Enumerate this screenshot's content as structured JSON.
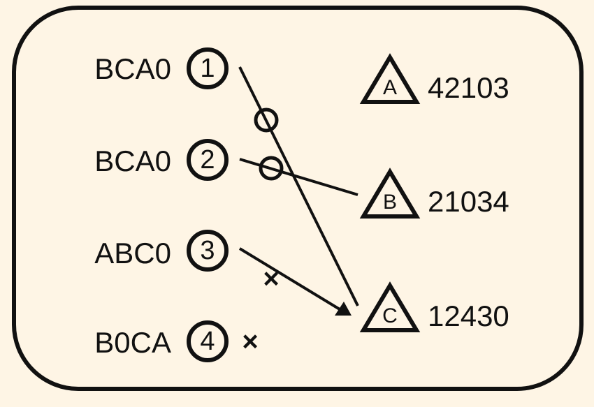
{
  "colors": {
    "background": "#fef5e5",
    "ink": "#111111"
  },
  "left_items": [
    {
      "code": "BCA0",
      "number": "1"
    },
    {
      "code": "BCA0",
      "number": "2"
    },
    {
      "code": "ABC0",
      "number": "3"
    },
    {
      "code": "B0CA",
      "number": "4"
    }
  ],
  "right_items": [
    {
      "letter": "A",
      "value": "42103"
    },
    {
      "letter": "B",
      "value": "21034"
    },
    {
      "letter": "C",
      "value": "12430"
    }
  ],
  "marks": {
    "circle": "o",
    "cross": "×"
  }
}
